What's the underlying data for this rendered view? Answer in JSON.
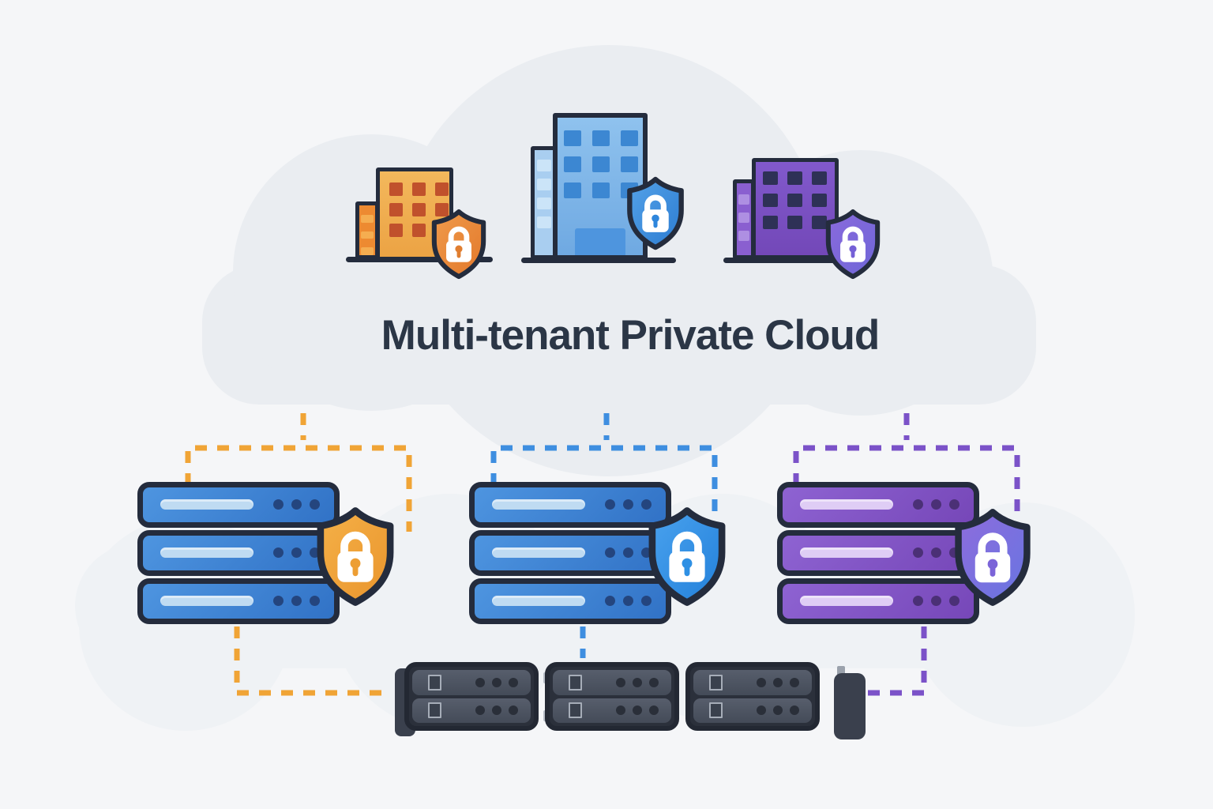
{
  "title": "Multi-tenant Private Cloud",
  "colors": {
    "background": "#F5F6F8",
    "cloud_upper": "#EAEDF1",
    "cloud_lower": "#EFF2F5",
    "outline": "#242C3D",
    "title_text": "#2B3646",
    "tenant_orange": "#F0A436",
    "tenant_blue": "#3E8EE0",
    "tenant_purple": "#7B52C8",
    "server_blue": "#3C80D2",
    "server_purple": "#8254C6",
    "rack_gray": "#4A5160"
  },
  "tenants": [
    {
      "id": "orange-tenant",
      "building_icon": "orange-office-building-icon",
      "shield_icon": "orange-security-shield-lock-icon",
      "server_icon": "blue-server-stack-icon",
      "accent": "#F0A436"
    },
    {
      "id": "blue-tenant",
      "building_icon": "blue-office-building-icon",
      "shield_icon": "blue-security-shield-lock-icon",
      "server_icon": "blue-server-stack-icon",
      "accent": "#3E8EE0"
    },
    {
      "id": "purple-tenant",
      "building_icon": "purple-office-building-icon",
      "shield_icon": "purple-security-shield-lock-icon",
      "server_icon": "purple-server-stack-icon",
      "accent": "#7B52C8"
    }
  ],
  "shared_hardware": {
    "rack_modules": 3,
    "units_per_module": 2
  }
}
